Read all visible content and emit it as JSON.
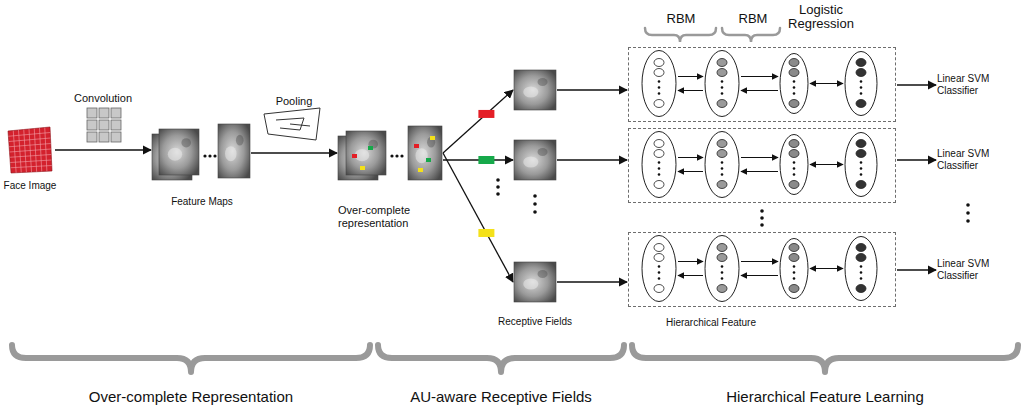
{
  "diagram": {
    "nodes": [
      {
        "text": [
          "Face Image"
        ]
      },
      {
        "text": [
          "Feature Maps"
        ]
      },
      {
        "text": [
          "Over-complete representation"
        ]
      },
      {
        "text": []
      },
      {
        "text": []
      },
      {
        "text": [
          "Receptive Fields"
        ]
      },
      {
        "text": [
          "RBM",
          "RBM",
          "Logistic Regression"
        ]
      },
      {
        "text": []
      },
      {
        "text": [
          "Hierarchical Feature"
        ]
      },
      {
        "text": [
          "Linear SVM Classifier"
        ]
      },
      {
        "text": [
          "Linear SVM Classifier"
        ]
      },
      {
        "text": [
          "Linear SVM Classifier"
        ]
      }
    ],
    "edges": [
      {
        "from": 0,
        "to": 1,
        "arrow": "to",
        "label": "Convolution"
      },
      {
        "from": 1,
        "to": 2,
        "arrow": "to",
        "label": "Pooling"
      },
      {
        "from": 2,
        "to": 3,
        "arrow": "to"
      },
      {
        "from": 2,
        "to": 4,
        "arrow": "to"
      },
      {
        "from": 2,
        "to": 5,
        "arrow": "to"
      },
      {
        "from": 3,
        "to": 6,
        "arrow": "to"
      },
      {
        "from": 4,
        "to": 7,
        "arrow": "to"
      },
      {
        "from": 5,
        "to": 8,
        "arrow": "to"
      },
      {
        "from": 6,
        "to": 9,
        "arrow": "to"
      },
      {
        "from": 7,
        "to": 10,
        "arrow": "to"
      },
      {
        "from": 8,
        "to": 11,
        "arrow": "to"
      }
    ],
    "labels": [
      "Over-complete Representation",
      "AU-aware Receptive Fields",
      "Hierarchical Feature Learning"
    ]
  }
}
